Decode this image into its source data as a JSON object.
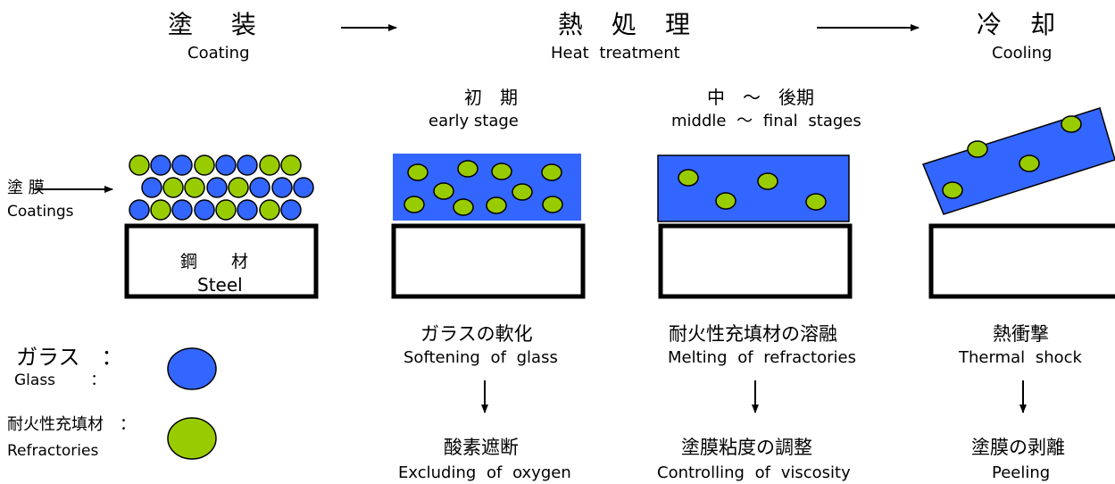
{
  "colors": {
    "glass": "#3366ff",
    "refractory": "#99cc00",
    "outline": "#000000"
  },
  "stages": {
    "coating": {
      "jp": "塗　 装",
      "en": "Coating"
    },
    "heat": {
      "jp": "熱　処　理",
      "en": "Heat  treatment"
    },
    "cooling": {
      "jp": "冷　却",
      "en": "Cooling"
    }
  },
  "substages": {
    "early": {
      "jp": "初　期",
      "en": "early stage"
    },
    "middle": {
      "jp": "中　～　後期",
      "en": "middle ～  final stages"
    }
  },
  "coatings_label": {
    "jp": "塗 膜",
    "en": "Coatings"
  },
  "steel_label": {
    "jp": "鋼　　材",
    "en": "Steel"
  },
  "legend": {
    "glass": {
      "jp": "ガラス　：",
      "en": "Glass　　 ：",
      "icon": "glass-circle-icon"
    },
    "refractory": {
      "jp": "耐火性充填材　：",
      "en": "Refractories",
      "icon": "refractory-circle-icon"
    }
  },
  "effects": {
    "softening": {
      "jp": "ガラスの軟化",
      "en": "Softening  of  glass"
    },
    "melting": {
      "jp": "耐火性充填材の溶融",
      "en": "Melting  of  refractories"
    },
    "thermal": {
      "jp": "熱衝撃",
      "en": "Thermal  shock"
    }
  },
  "results": {
    "excluding": {
      "jp": "酸素遮断",
      "en": "Excluding  of  oxygen"
    },
    "viscosity": {
      "jp": "塗膜粘度の調整",
      "en": "Controlling  of  viscosity"
    },
    "peeling": {
      "jp": "塗膜の剥離",
      "en": "Peeling"
    }
  }
}
